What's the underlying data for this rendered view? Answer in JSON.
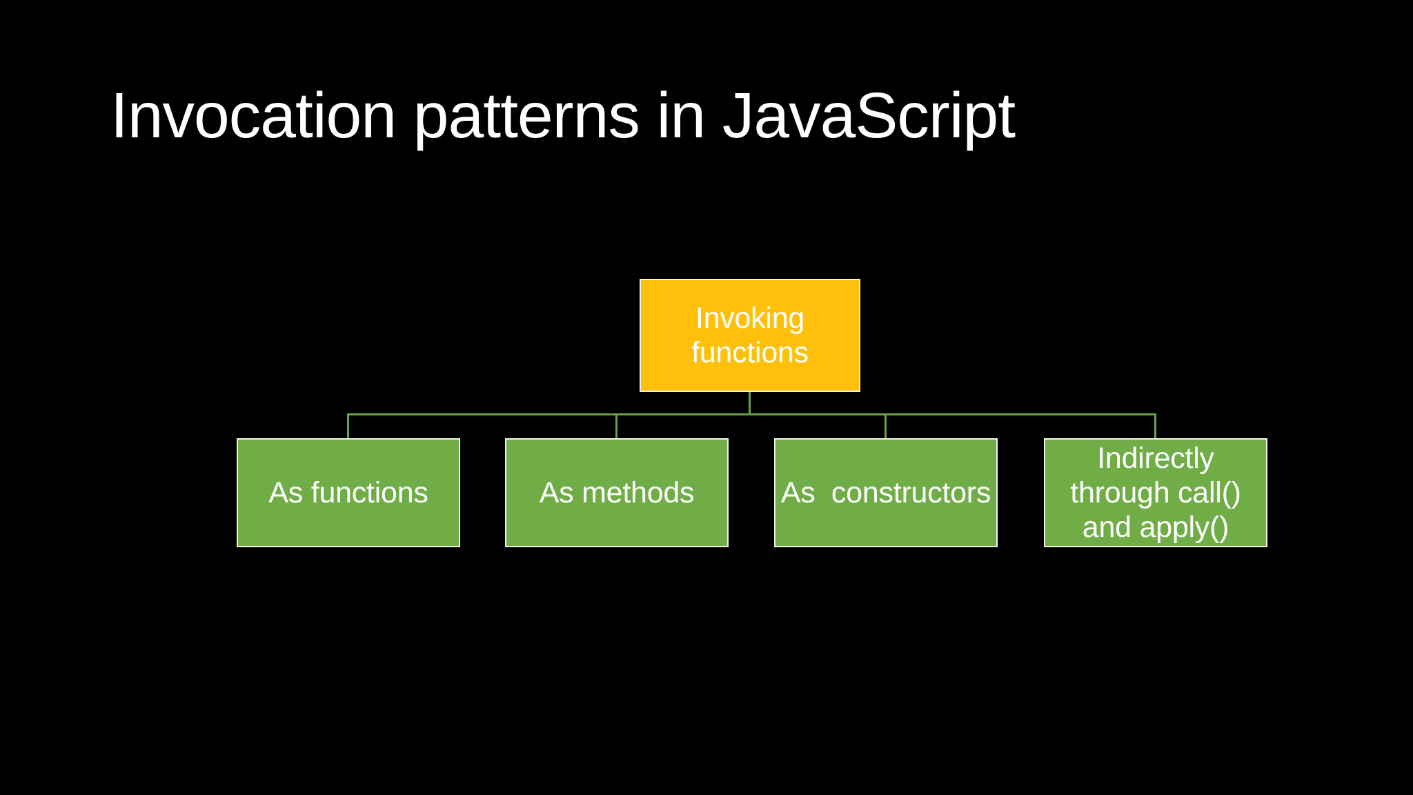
{
  "slide": {
    "title": "Invocation patterns in JavaScript"
  },
  "diagram": {
    "root": {
      "label": "Invoking\nfunctions"
    },
    "children": [
      {
        "label": "As functions"
      },
      {
        "label": "As methods"
      },
      {
        "label": "As  constructors"
      },
      {
        "label": "Indirectly\nthrough call()\nand apply()"
      }
    ]
  },
  "theme": {
    "background": "#000000",
    "title-color": "#ffffff",
    "root-fill": "#ffc00c",
    "child-fill": "#70ad47",
    "box-border": "#f2f1ec",
    "box-text": "#ffffff",
    "connector": "#6ca145"
  }
}
